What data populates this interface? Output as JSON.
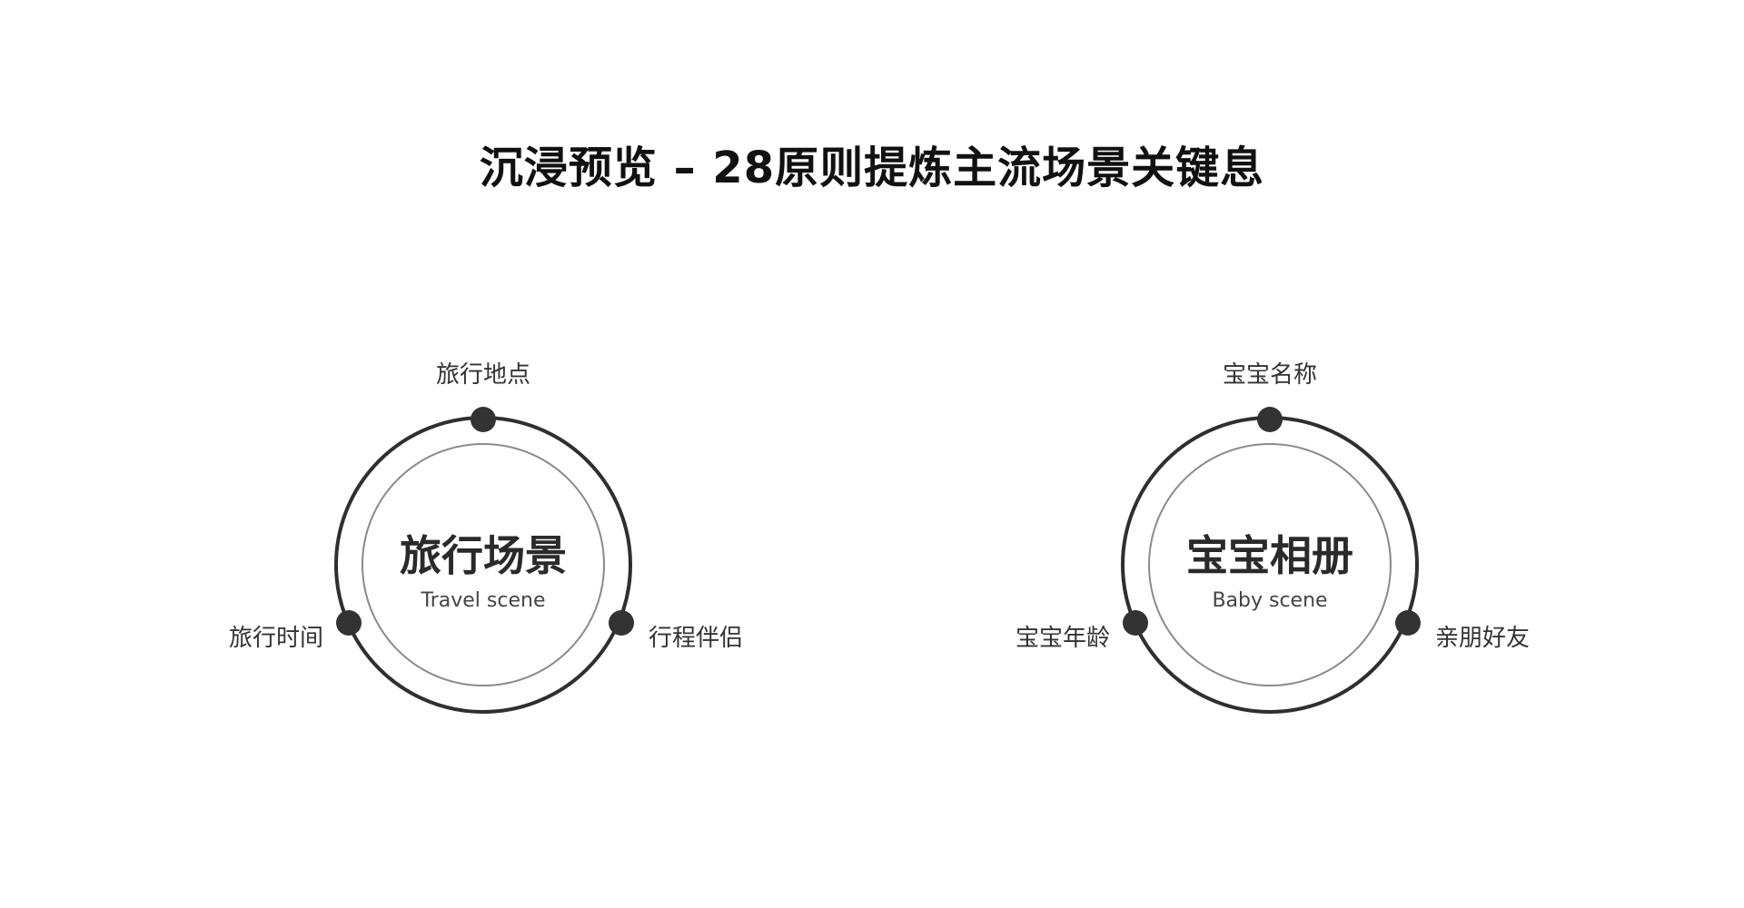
{
  "title": "沉浸预览 – 28原则提炼主流场景关键息",
  "diagrams": [
    {
      "center_title": "旅行场景",
      "center_subtitle": "Travel scene",
      "points": {
        "top": "旅行地点",
        "left": "旅行时间",
        "right": "行程伴侣"
      }
    },
    {
      "center_title": "宝宝相册",
      "center_subtitle": "Baby scene",
      "points": {
        "top": "宝宝名称",
        "left": "宝宝年龄",
        "right": "亲朋好友"
      }
    }
  ],
  "colors": {
    "ring": "#2f2f2f",
    "inner_ring": "#8a8a8a",
    "dot": "#333333",
    "text": "#222222"
  }
}
